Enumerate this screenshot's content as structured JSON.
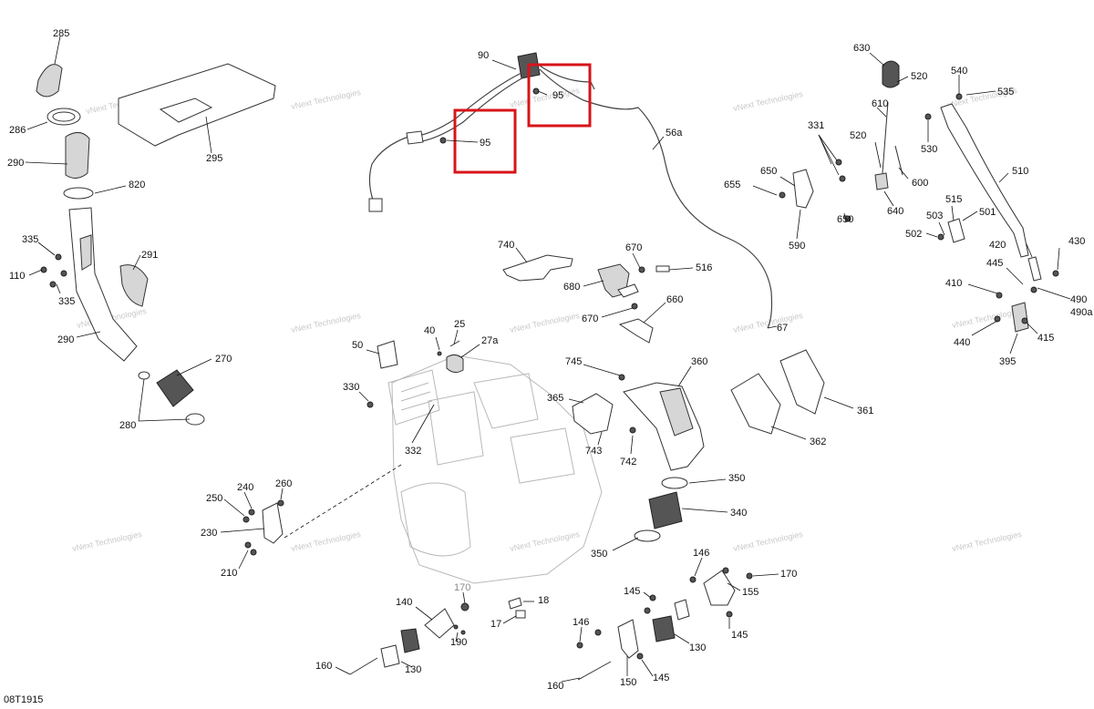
{
  "drawing_code": "08T1915",
  "watermark_text": "vNext Technologies",
  "highlight_color": "#d8141a",
  "labels": {
    "l285": "285",
    "l286": "286",
    "l290a": "290",
    "l295": "295",
    "l820": "820",
    "l335a": "335",
    "l110": "110",
    "l335b": "335",
    "l291": "291",
    "l290b": "290",
    "l270": "270",
    "l280": "280",
    "l90": "90",
    "l95a": "95",
    "l95b": "95",
    "l56a": "56a",
    "l740": "740",
    "l670a": "670",
    "l516": "516",
    "l680": "680",
    "l670b": "670",
    "l660": "660",
    "l67": "67",
    "l630": "630",
    "l520a": "520",
    "l540": "540",
    "l535": "535",
    "l610": "610",
    "l331": "331",
    "l520b": "520",
    "l530": "530",
    "l600": "600",
    "l650a": "650",
    "l655": "655",
    "l590": "590",
    "l650b": "650",
    "l640": "640",
    "l510": "510",
    "l515": "515",
    "l503": "503",
    "l501": "501",
    "l502": "502",
    "l420": "420",
    "l430": "430",
    "l445": "445",
    "l410": "410",
    "l490": "490",
    "l490a": "490a",
    "l440": "440",
    "l415": "415",
    "l395": "395",
    "l40": "40",
    "l25": "25",
    "l27a": "27a",
    "l50": "50",
    "l330": "330",
    "l332": "332",
    "l745": "745",
    "l360": "360",
    "l365": "365",
    "l743": "743",
    "l742": "742",
    "l361": "361",
    "l362": "362",
    "l350a": "350",
    "l340": "340",
    "l350b": "350",
    "l250": "250",
    "l240": "240",
    "l260": "260",
    "l230": "230",
    "l210": "210",
    "l170a": "170",
    "l18": "18",
    "l17": "17",
    "l140": "140",
    "l190": "190",
    "l160a": "160",
    "l130a": "130",
    "l146a": "146",
    "l170b": "170",
    "l155": "155",
    "l145a": "145",
    "l145b": "145",
    "l146b": "146",
    "l130b": "130",
    "l160b": "160",
    "l150": "150",
    "l145c": "145"
  }
}
